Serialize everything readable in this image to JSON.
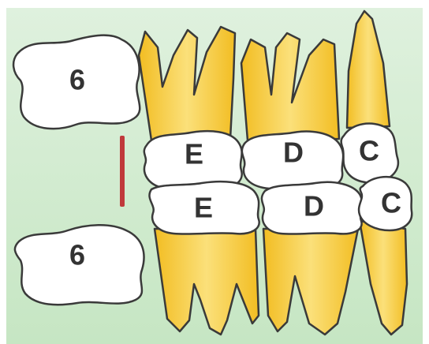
{
  "colors": {
    "background_top": "#dff1de",
    "background_bottom": "#c6e6c3",
    "root": "#f2bd22",
    "root_light": "#fbe07a",
    "crown": "#ffffff",
    "outline": "#3a3a3a",
    "marker": "#c0393b"
  },
  "labels": {
    "upper_molar": "6",
    "lower_molar": "6",
    "upper_second_primary_molar": "E",
    "upper_first_primary_molar": "D",
    "upper_canine": "C",
    "lower_second_primary_molar": "E",
    "lower_first_primary_molar": "D",
    "lower_canine": "C"
  }
}
